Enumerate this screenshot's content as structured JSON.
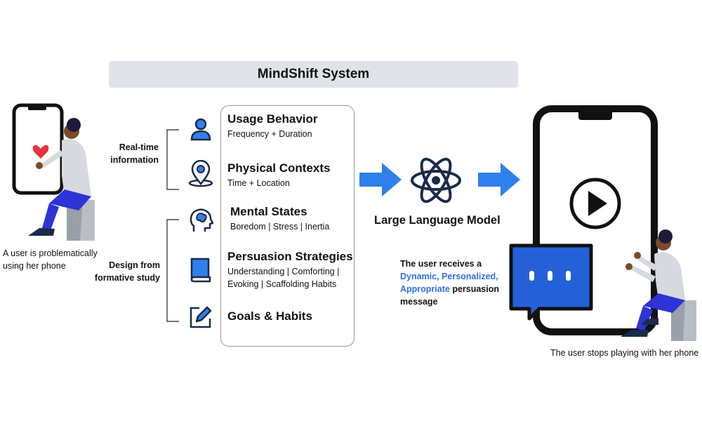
{
  "title": "MindShift System",
  "left_caption_line1": "A user is problematically",
  "left_caption_line2": "using her phone",
  "right_caption": "The user stops playing with her phone",
  "bracket_labels": {
    "realtime_line1": "Real-time",
    "realtime_line2": "information",
    "design_line1": "Design from",
    "design_line2": "formative study"
  },
  "panel_items": [
    {
      "icon": "person-icon",
      "title": "Usage Behavior",
      "subtitle": "Frequency + Duration"
    },
    {
      "icon": "location-pin-icon",
      "title": "Physical Contexts",
      "subtitle": "Time + Location"
    },
    {
      "icon": "brain-head-icon",
      "title": "Mental States",
      "subtitle": "Boredom | Stress | Inertia"
    },
    {
      "icon": "book-icon",
      "title": "Persuasion Strategies",
      "subtitle": "Understanding | Comforting |",
      "subtitle2": "Evoking | Scaffolding Habits"
    },
    {
      "icon": "edit-square-icon",
      "title": "Goals & Habits",
      "subtitle": ""
    }
  ],
  "llm": {
    "icon": "atom-icon",
    "label": "Large Language Model"
  },
  "message": {
    "line1": "The user receives a",
    "highlight1": "Dynamic, Personalized,",
    "highlight2": "Appropriate",
    "rest2": " persuasion",
    "line4": "message"
  },
  "colors": {
    "accent": "#2f6fe0",
    "arrow": "#2f80ed",
    "banner": "#dfe3e8",
    "navy": "#1a2b49",
    "chat": "#2461d9"
  }
}
